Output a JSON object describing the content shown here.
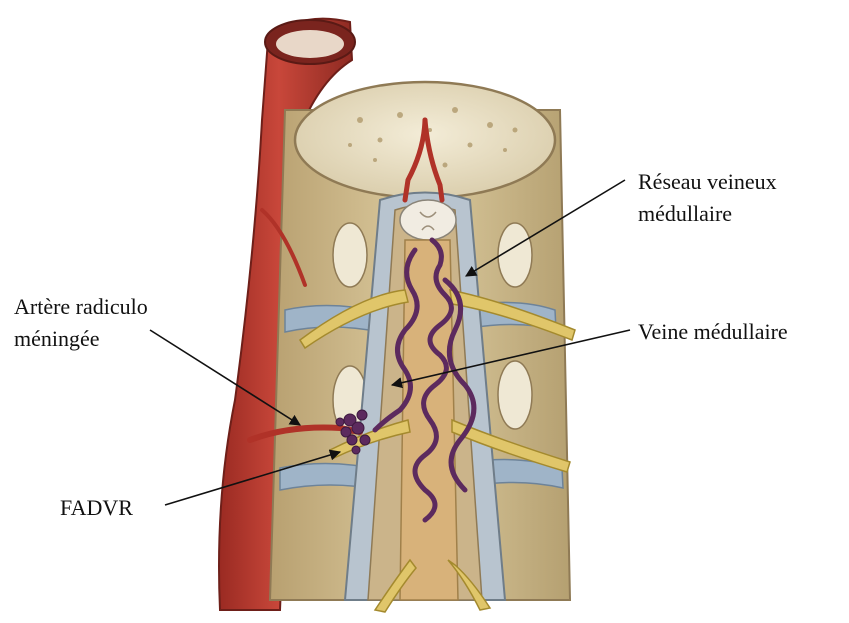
{
  "labels": {
    "reseau_line1": "Réseau veineux",
    "reseau_line2": "médullaire",
    "veine": "Veine médullaire",
    "artere_line1": "Artère radiculo",
    "artere_line2": "méningée",
    "fadvr": "FADVR"
  },
  "colors": {
    "aorta": "#b8372d",
    "aorta_dark": "#8e2a22",
    "bone": "#d9c79a",
    "bone_edge": "#8f7a55",
    "vertebral_body": "#ece4cc",
    "disc": "#9fb4c8",
    "dura": "#b8c4cf",
    "cord": "#d8b27a",
    "nerve": "#e0c66a",
    "vein": "#5c2a5e",
    "artery": "#b03228",
    "arrow": "#111111"
  }
}
